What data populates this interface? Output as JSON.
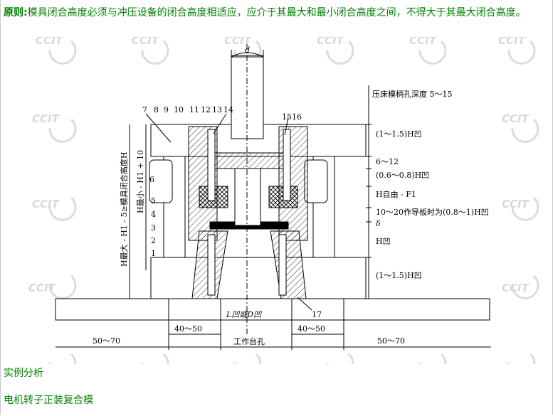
{
  "principle": {
    "label": "原则:",
    "text": "模具闭合高度必须与冲压设备的闭合高度相适应，应介于其最大和最小闭合高度之间，不得大于其最大闭合高度。"
  },
  "watermark": "CCIT",
  "drawing": {
    "dim_d": "d",
    "shank_depth": "压床模柄孔深度 5～15",
    "part_numbers": [
      "7",
      "8",
      "9",
      "10",
      "11",
      "12",
      "13",
      "14",
      "15",
      "16",
      "6",
      "5",
      "4",
      "3",
      "2",
      "1",
      "17"
    ],
    "right_labels": [
      "(1～1.5)H凹",
      "6～12",
      "(0.6～0.8)H凹",
      "H自由 - F1",
      "10～20作导板时为(0.8～1)H凹",
      "δ",
      "H凹",
      "(1～1.5)H凹"
    ],
    "vertical_labels": [
      "H最大 - H1 - 5≥模具闭合高度H",
      "H最小 - H1 + 10"
    ],
    "bottom": {
      "center_dim": "L凹或D凹",
      "left_outer": "50～70",
      "left_inner": "40～50",
      "right_inner": "40～50",
      "right_outer": "50～70",
      "table_hole": "工作台孔"
    }
  },
  "sections": {
    "case_analysis": "实例分析",
    "motor_rotor": "电机转子正装复合模"
  }
}
